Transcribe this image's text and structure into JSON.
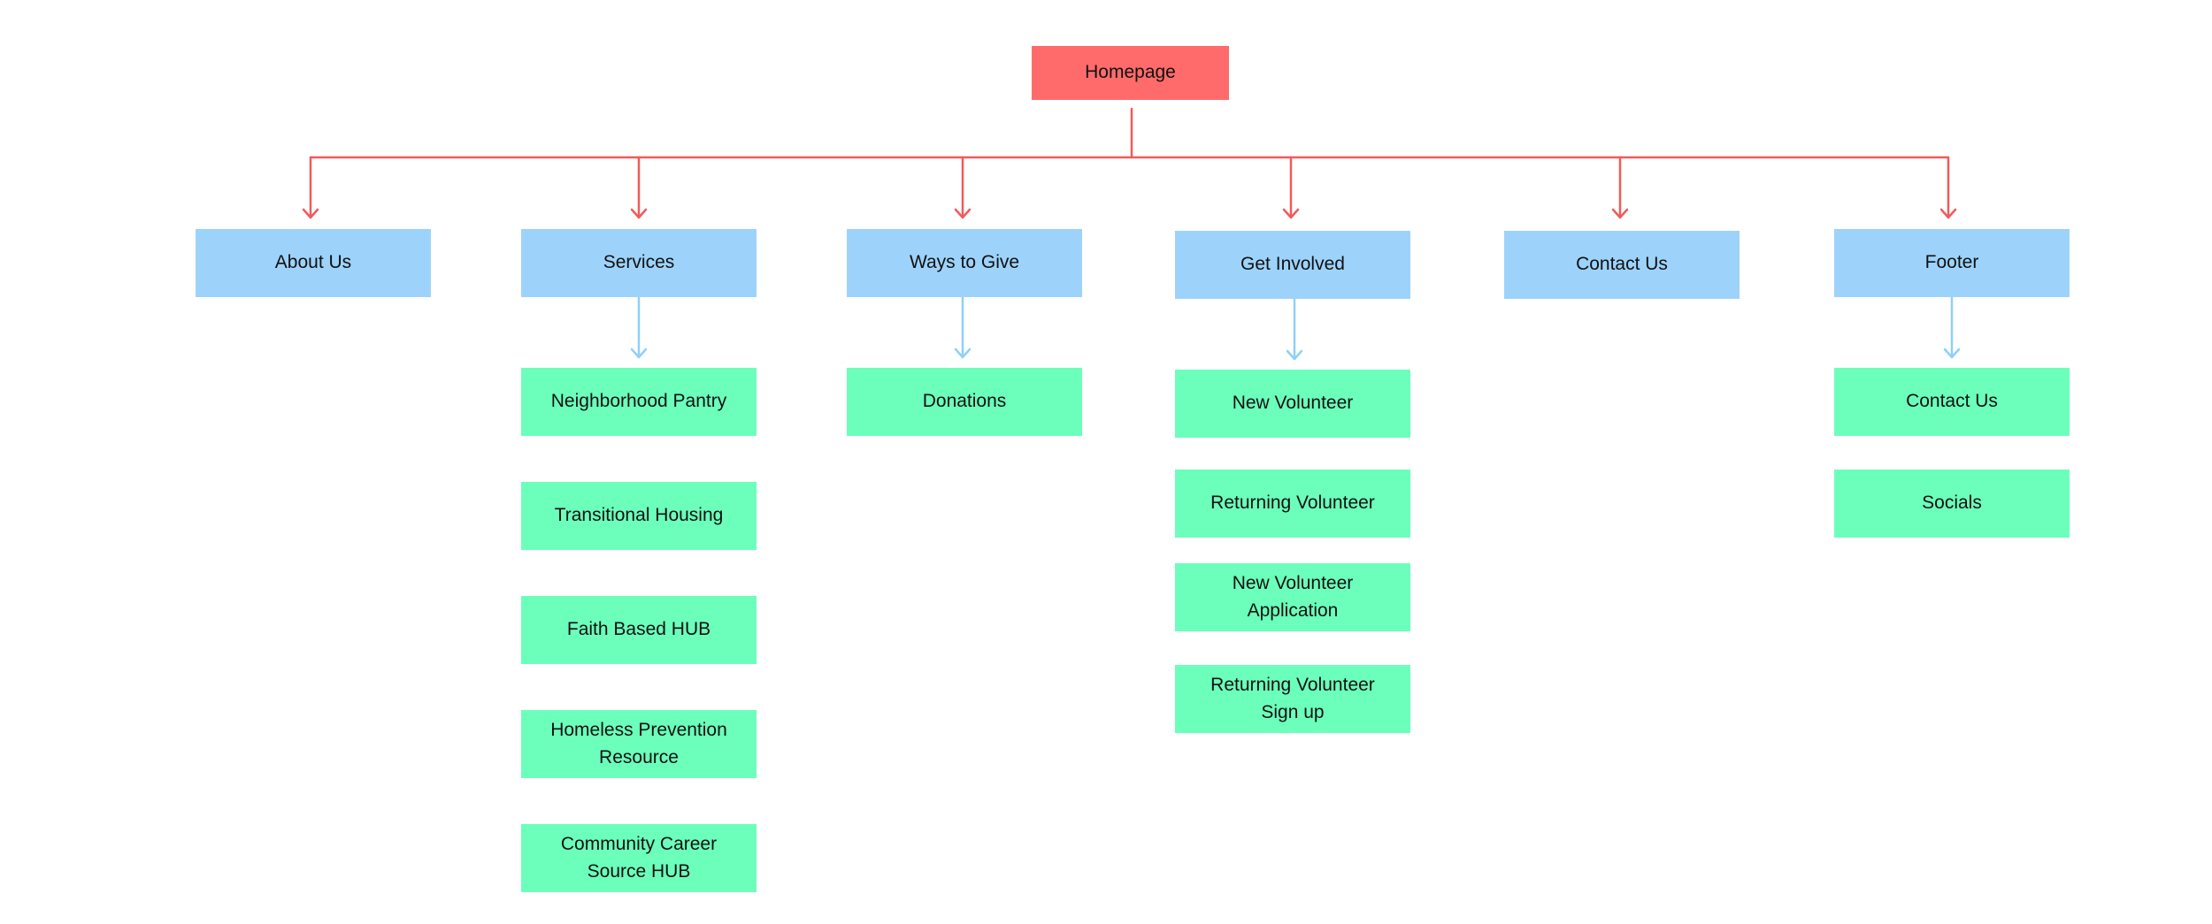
{
  "colors": {
    "root": "#ff6b6b",
    "section": "#9dd3fb",
    "page": "#6bffbb",
    "root_connector": "#f25a5a",
    "child_connector": "#8fd0fa"
  },
  "root": {
    "label": "Homepage"
  },
  "sections": [
    {
      "label": "About Us",
      "children": []
    },
    {
      "label": "Services",
      "children": [
        "Neighborhood Pantry",
        "Transitional Housing",
        "Faith Based HUB",
        "Homeless Prevention\nResource",
        "Community Career\nSource HUB"
      ]
    },
    {
      "label": "Ways to Give",
      "children": [
        "Donations"
      ]
    },
    {
      "label": "Get Involved",
      "children": [
        "New Volunteer",
        "Returning Volunteer",
        "New Volunteer\nApplication",
        "Returning Volunteer\nSign up"
      ]
    },
    {
      "label": "Contact Us",
      "children": []
    },
    {
      "label": "Footer",
      "children": [
        "Contact Us",
        "Socials"
      ]
    }
  ]
}
